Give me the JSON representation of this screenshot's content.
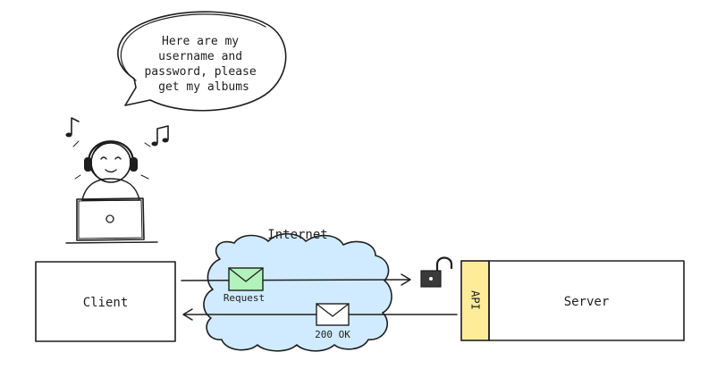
{
  "speech": {
    "lines": [
      "Here are my",
      "username and",
      "password, please",
      "get my albums"
    ]
  },
  "internet_label": "Internet",
  "client_label": "Client",
  "server_label": "Server",
  "api_label": "API",
  "request_label": "Request",
  "response_label": "200 OK",
  "colors": {
    "cloud_fill": "#d0ebff",
    "api_fill": "#ffec99",
    "request_envelope": "#b2f2bb",
    "response_envelope": "#ffffff",
    "ink": "#1e1e1e"
  },
  "icons": {
    "person": "person-with-headphones-icon",
    "laptop": "laptop-icon",
    "lock": "open-padlock-icon",
    "music_notes": "music-note-icon"
  }
}
